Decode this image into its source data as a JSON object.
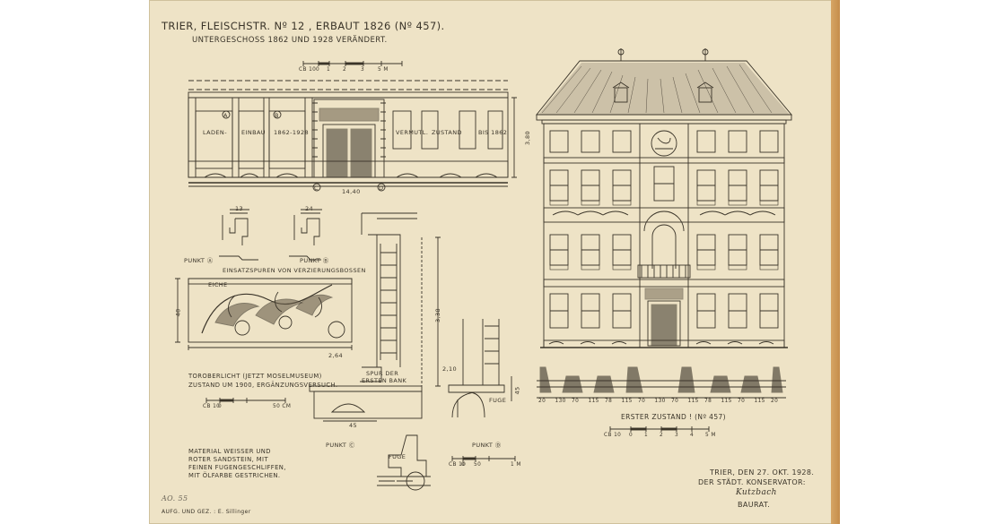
{
  "title": {
    "line1": "TRIER, FLEISCHSTR. Nº 12 , ERBAUT 1826 (Nº 457).",
    "line2": "UNTERGESCHOSS 1862 UND 1928 VERÄNDERT."
  },
  "ground_floor": {
    "labels": [
      "LADEN-",
      "EINBAU",
      "1862-1928",
      "VERMUTL.",
      "ZUSTAND",
      "BIS 1862"
    ],
    "markers": [
      "A",
      "B",
      "C",
      "D"
    ],
    "width_dim": "14,40",
    "height_dim": "3,80"
  },
  "scale_top": [
    "CB 10",
    "0",
    "1",
    "2",
    "3",
    "5 M"
  ],
  "details": {
    "point_a": "PUNKT Ⓐ",
    "point_b": "PUNKT Ⓑ",
    "point_c": "PUNKT Ⓒ",
    "point_d": "PUNKT Ⓓ",
    "dim_a": "13",
    "dim_b": "24",
    "insert_note": "EINSATZSPUREN VON VERZIERUNGSBOSSEN",
    "oak": "EICHE",
    "transom_height": "48",
    "transom_width": "2,64",
    "bench_note_1": "SPUR DER",
    "bench_note_2": "ERSTEN BANK",
    "joint": "FUGE",
    "joint_2": "FUGE",
    "dim_wall_height": "3,38",
    "dim_wall_small": "2,10",
    "dim_bench": "45",
    "dim_bench_right": "45"
  },
  "transom_caption": {
    "line1": "TOROBERLICHT (JETZT MOSELMUSEUM)",
    "line2": "ZUSTAND UM 1900, ERGÄNZUNGSVERSUCH."
  },
  "scale_transom": [
    "CB 10",
    "0",
    "50 CM"
  ],
  "scale_detail": [
    "CB 10",
    "0",
    "50",
    "1 M"
  ],
  "material_note": [
    "MATERIAL WEISSER UND",
    "ROTER SANDSTEIN, MIT",
    "FEINEN FUGENGESCHLIFFEN,",
    "MIT ÖLFARBE GESTRICHEN."
  ],
  "plan": {
    "caption": "ERSTER ZUSTAND ! (Nº 457)",
    "dims": [
      "20",
      "130",
      "70",
      "115",
      "78",
      "115",
      "70",
      "130",
      "70",
      "115",
      "78",
      "115",
      "70",
      "115",
      "20"
    ]
  },
  "scale_plan": [
    "CB 10",
    "0",
    "1",
    "2",
    "3",
    "4",
    "5 M"
  ],
  "signature": {
    "line1": "TRIER, DEN 27. OKT. 1928.",
    "line2": "DER STÄDT. KONSERVATOR:",
    "hand": "Kutzbach",
    "line3": "BAURAT."
  },
  "corner": {
    "number": "AO. 55",
    "credit": "AUFG. UND GEZ. : E. Sillinger"
  }
}
